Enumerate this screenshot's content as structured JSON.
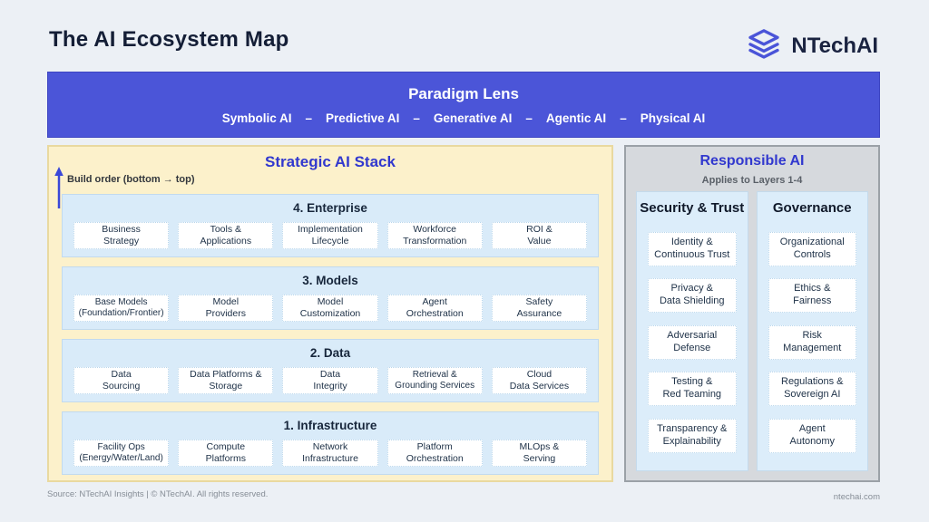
{
  "header": {
    "title": "The AI Ecosystem Map",
    "brand": {
      "name": "NTechAI",
      "icon": "layers-icon"
    }
  },
  "paradigm_lens": {
    "title": "Paradigm Lens",
    "separator": "–",
    "items": [
      "Symbolic AI",
      "Predictive AI",
      "Generative AI",
      "Agentic AI",
      "Physical AI"
    ]
  },
  "stack": {
    "title": "Strategic AI Stack",
    "build_order": "Build order (bottom → top)",
    "layers": [
      {
        "title": "4. Enterprise",
        "items": [
          "Business\nStrategy",
          "Tools &\nApplications",
          "Implementation\nLifecycle",
          "Workforce\nTransformation",
          "ROI &\nValue"
        ]
      },
      {
        "title": "3. Models",
        "items": [
          "Base Models\n(Foundation/Frontier)",
          "Model\nProviders",
          "Model\nCustomization",
          "Agent\nOrchestration",
          "Safety\nAssurance"
        ]
      },
      {
        "title": "2. Data",
        "items": [
          "Data\nSourcing",
          "Data Platforms &\nStorage",
          "Data\nIntegrity",
          "Retrieval &\nGrounding Services",
          "Cloud\nData Services"
        ]
      },
      {
        "title": "1. Infrastructure",
        "items": [
          "Facility Ops\n(Energy/Water/Land)",
          "Compute\nPlatforms",
          "Network\nInfrastructure",
          "Platform\nOrchestration",
          "MLOps &\nServing"
        ]
      }
    ]
  },
  "responsible_ai": {
    "title": "Responsible AI",
    "subtitle": "Applies to Layers 1-4",
    "columns": [
      {
        "title": "Security & Trust",
        "items": [
          "Identity &\nContinuous Trust",
          "Privacy &\nData Shielding",
          "Adversarial\nDefense",
          "Testing &\nRed Teaming",
          "Transparency &\nExplainability"
        ]
      },
      {
        "title": "Governance",
        "items": [
          "Organizational\nControls",
          "Ethics &\nFairness",
          "Risk\nManagement",
          "Regulations &\nSovereign AI",
          "Agent\nAutonomy"
        ]
      }
    ]
  },
  "footer": {
    "left": "Source: NTechAI Insights | © NTechAI. All rights reserved.",
    "right": "ntechai.com"
  },
  "colors": {
    "banner_bg": "#4B55D8",
    "stack_panel_bg": "#FCF1CB",
    "layer_bg": "#D9EBF9",
    "responsible_panel_bg": "#D6D9DD",
    "column_bg": "#DCEDFA",
    "accent_blue": "#3138CE",
    "brand_icon_color": "#4A54D8"
  }
}
